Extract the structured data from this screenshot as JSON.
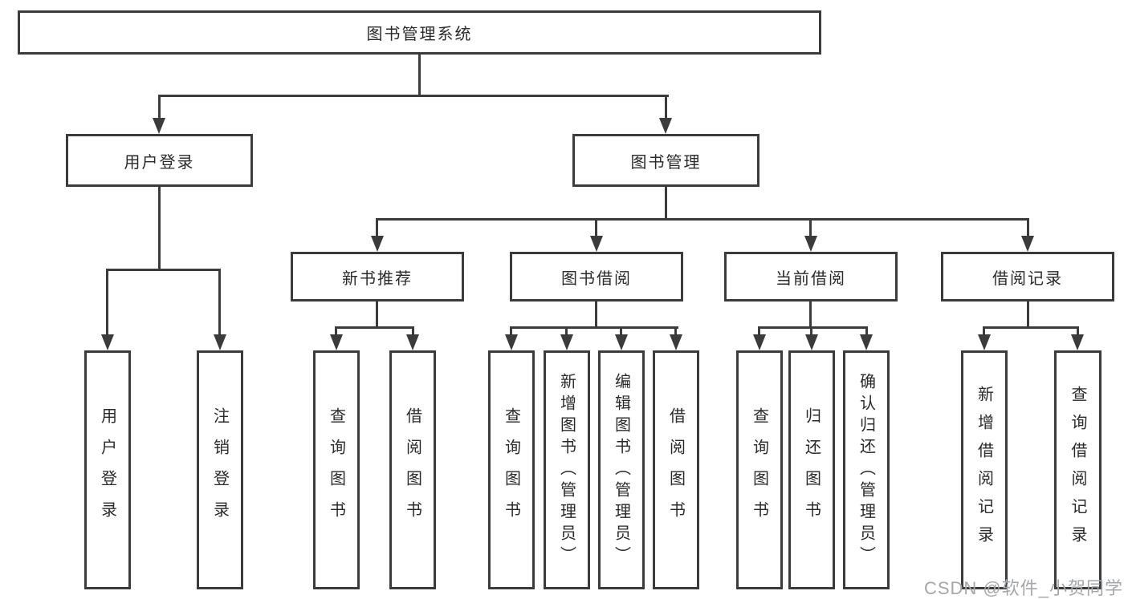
{
  "diagram": {
    "root": {
      "label": "图书管理系统"
    },
    "level1": [
      {
        "id": "login",
        "label": "用户登录"
      },
      {
        "id": "mgmt",
        "label": "图书管理"
      }
    ],
    "level2": [
      {
        "id": "newbook",
        "label": "新书推荐"
      },
      {
        "id": "borrow",
        "label": "图书借阅"
      },
      {
        "id": "current",
        "label": "当前借阅"
      },
      {
        "id": "records",
        "label": "借阅记录"
      }
    ],
    "leaves": {
      "login": [
        "用户登录",
        "注销登录"
      ],
      "newbook": [
        "查询图书",
        "借阅图书"
      ],
      "borrow": [
        "查询图书",
        "新增图书（管理员）",
        "编辑图书（管理员）",
        "借阅图书"
      ],
      "current": [
        "查询图书",
        "归还图书",
        "确认归还（管理员）"
      ],
      "records": [
        "新增借阅记录",
        "查询借阅记录"
      ]
    }
  },
  "watermark": {
    "text": "CSDN @软件_小贺同学"
  },
  "colors": {
    "line": "#3b3b3b",
    "text": "#2a2a2a",
    "background": "#ffffff",
    "watermark": "#a4a7aa"
  }
}
